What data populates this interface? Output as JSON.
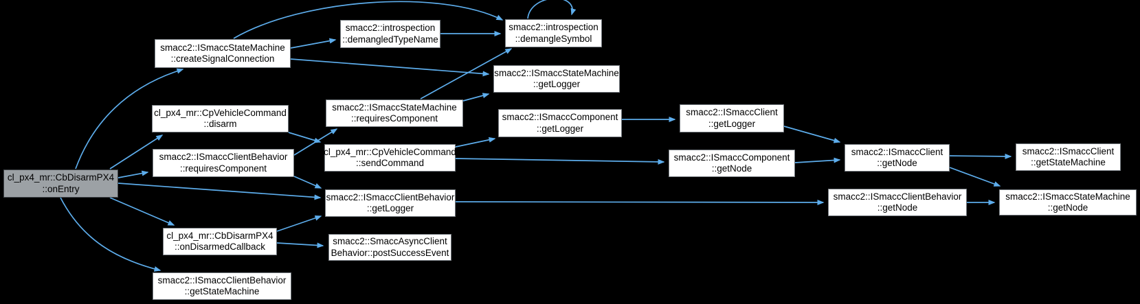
{
  "diagram": {
    "type": "doxygen-call-graph",
    "title": "Call graph for cl_px4_mr::CbDisarmPX4::onEntry",
    "colors": {
      "background": "#000000",
      "edge": "#5dadec",
      "node_fill": "#ffffff",
      "node_border": "#767c82",
      "highlight_fill": "#9ca1a5",
      "text": "#000000"
    },
    "nodes": [
      {
        "id": "cb-disarm-onentry",
        "line1": "cl_px4_mr::CbDisarmPX4",
        "line2": "::onEntry",
        "highlighted": true
      },
      {
        "id": "create-signal-connection",
        "line1": "smacc2::ISmaccStateMachine",
        "line2": "::createSignalConnection",
        "highlighted": false
      },
      {
        "id": "cpvehicle-disarm",
        "line1": "cl_px4_mr::CpVehicleCommand",
        "line2": "::disarm",
        "highlighted": false
      },
      {
        "id": "cb-requires-component",
        "line1": "smacc2::ISmaccClientBehavior",
        "line2": "::requiresComponent",
        "highlighted": false
      },
      {
        "id": "on-disarmed-callback",
        "line1": "cl_px4_mr::CbDisarmPX4",
        "line2": "::onDisarmedCallback",
        "highlighted": false
      },
      {
        "id": "cb-get-state-machine",
        "line1": "smacc2::ISmaccClientBehavior",
        "line2": "::getStateMachine",
        "highlighted": false
      },
      {
        "id": "demangled-type-name",
        "line1": "smacc2::introspection",
        "line2": "::demangledTypeName",
        "highlighted": false
      },
      {
        "id": "demangle-symbol",
        "line1": "smacc2::introspection",
        "line2": "::demangleSymbol",
        "highlighted": false
      },
      {
        "id": "sm-get-logger",
        "line1": "smacc2::ISmaccStateMachine",
        "line2": "::getLogger",
        "highlighted": false
      },
      {
        "id": "sm-requires-component",
        "line1": "smacc2::ISmaccStateMachine",
        "line2": "::requiresComponent",
        "highlighted": false
      },
      {
        "id": "cpvehicle-send-command",
        "line1": "cl_px4_mr::CpVehicleCommand",
        "line2": "::sendCommand",
        "highlighted": false
      },
      {
        "id": "comp-get-logger",
        "line1": "smacc2::ISmaccComponent",
        "line2": "::getLogger",
        "highlighted": false
      },
      {
        "id": "cb-get-logger",
        "line1": "smacc2::ISmaccClientBehavior",
        "line2": "::getLogger",
        "highlighted": false
      },
      {
        "id": "post-success-event",
        "line1": "smacc2::SmaccAsyncClient",
        "line2": "Behavior::postSuccessEvent",
        "highlighted": false
      },
      {
        "id": "client-get-logger",
        "line1": "smacc2::ISmaccClient",
        "line2": "::getLogger",
        "highlighted": false
      },
      {
        "id": "comp-get-node",
        "line1": "smacc2::ISmaccComponent",
        "line2": "::getNode",
        "highlighted": false
      },
      {
        "id": "client-get-node",
        "line1": "smacc2::ISmaccClient",
        "line2": "::getNode",
        "highlighted": false
      },
      {
        "id": "cb-get-node",
        "line1": "smacc2::ISmaccClientBehavior",
        "line2": "::getNode",
        "highlighted": false
      },
      {
        "id": "client-get-state-machine",
        "line1": "smacc2::ISmaccClient",
        "line2": "::getStateMachine",
        "highlighted": false
      },
      {
        "id": "sm-get-node",
        "line1": "smacc2::ISmaccStateMachine",
        "line2": "::getNode",
        "highlighted": false
      }
    ],
    "edges": [
      {
        "from": "cb-disarm-onentry",
        "to": "create-signal-connection"
      },
      {
        "from": "cb-disarm-onentry",
        "to": "cpvehicle-disarm"
      },
      {
        "from": "cb-disarm-onentry",
        "to": "cb-requires-component"
      },
      {
        "from": "cb-disarm-onentry",
        "to": "cb-get-logger"
      },
      {
        "from": "cb-disarm-onentry",
        "to": "on-disarmed-callback"
      },
      {
        "from": "cb-disarm-onentry",
        "to": "cb-get-state-machine"
      },
      {
        "from": "create-signal-connection",
        "to": "demangled-type-name"
      },
      {
        "from": "create-signal-connection",
        "to": "demangle-symbol"
      },
      {
        "from": "create-signal-connection",
        "to": "sm-get-logger"
      },
      {
        "from": "demangled-type-name",
        "to": "demangle-symbol"
      },
      {
        "from": "demangle-symbol",
        "to": "demangle-symbol"
      },
      {
        "from": "sm-requires-component",
        "to": "demangle-symbol"
      },
      {
        "from": "sm-requires-component",
        "to": "sm-get-logger"
      },
      {
        "from": "cb-requires-component",
        "to": "sm-requires-component"
      },
      {
        "from": "cb-requires-component",
        "to": "cb-get-logger"
      },
      {
        "from": "cpvehicle-disarm",
        "to": "cpvehicle-send-command"
      },
      {
        "from": "cpvehicle-send-command",
        "to": "comp-get-logger"
      },
      {
        "from": "cpvehicle-send-command",
        "to": "comp-get-node"
      },
      {
        "from": "comp-get-logger",
        "to": "client-get-logger"
      },
      {
        "from": "client-get-logger",
        "to": "client-get-node"
      },
      {
        "from": "comp-get-node",
        "to": "client-get-node"
      },
      {
        "from": "cb-get-logger",
        "to": "cb-get-node"
      },
      {
        "from": "client-get-node",
        "to": "client-get-state-machine"
      },
      {
        "from": "client-get-node",
        "to": "sm-get-node"
      },
      {
        "from": "cb-get-node",
        "to": "sm-get-node"
      },
      {
        "from": "on-disarmed-callback",
        "to": "cb-get-logger"
      },
      {
        "from": "on-disarmed-callback",
        "to": "post-success-event"
      }
    ]
  }
}
